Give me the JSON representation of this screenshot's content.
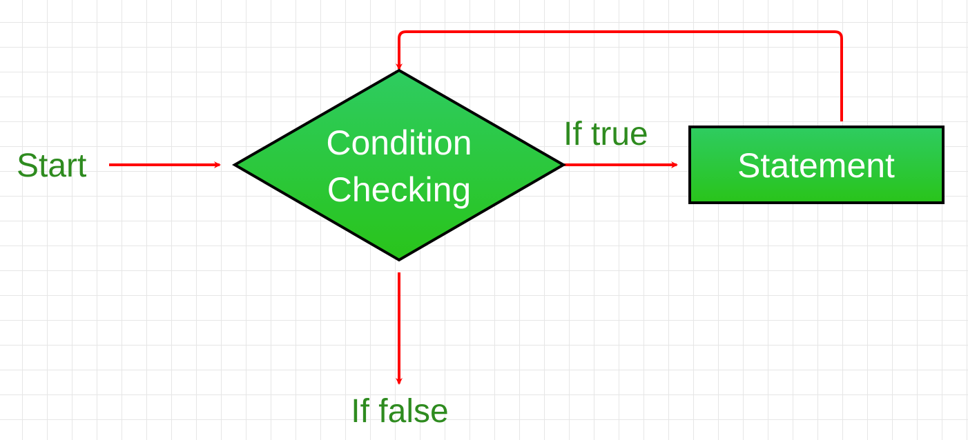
{
  "diagram": {
    "start_label": "Start",
    "decision": {
      "line1": "Condition",
      "line2": "Checking"
    },
    "true_label": "If true",
    "false_label": "If false",
    "statement_label": "Statement"
  },
  "colors": {
    "arrow": "#ff0000",
    "label_text": "#2e8b1f",
    "shape_fill_top": "#2ecc61",
    "shape_fill_bottom": "#29c41a",
    "shape_stroke": "#000000",
    "shape_text": "#ffffff"
  }
}
